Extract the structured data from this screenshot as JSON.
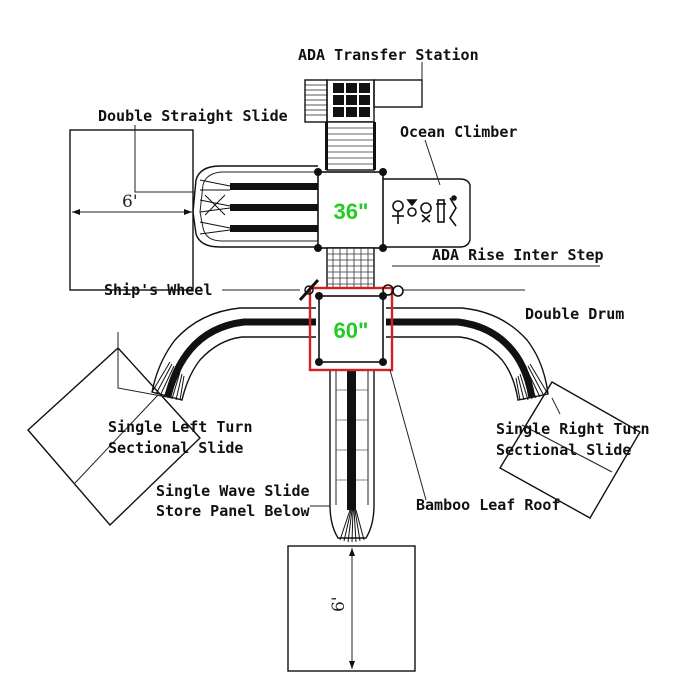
{
  "labels": {
    "ada_transfer_station": "ADA Transfer Station",
    "double_straight_slide": "Double Straight Slide",
    "ocean_climber": "Ocean Climber",
    "ada_rise_inter_step": "ADA Rise Inter Step",
    "ships_wheel": "Ship's Wheel",
    "double_drum": "Double Drum",
    "single_left_turn_1": "Single Left Turn",
    "single_left_turn_2": "Sectional Slide",
    "single_right_turn_1": "Single Right Turn",
    "single_right_turn_2": "Sectional Slide",
    "single_wave_slide": "Single Wave Slide",
    "store_panel_below": "Store Panel Below",
    "bamboo_leaf_roof": "Bamboo Leaf Roof"
  },
  "decks": {
    "upper": "36\"",
    "lower": "60\""
  },
  "dimensions": {
    "left_zone": "6'",
    "bottom_zone": "6'"
  },
  "colors": {
    "deck_text": "#22cc22",
    "roof_outline": "#d81e1e",
    "line": "#111111"
  }
}
